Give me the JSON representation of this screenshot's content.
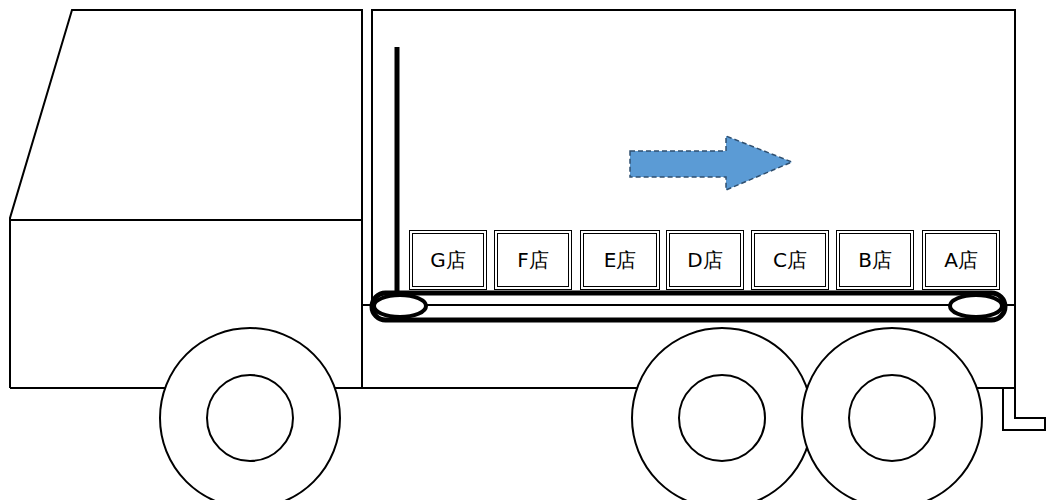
{
  "diagram": {
    "nodes": [
      {
        "text": [
          "G店"
        ]
      },
      {
        "text": [
          "F店"
        ]
      },
      {
        "text": [
          "E店"
        ]
      },
      {
        "text": [
          "D店"
        ]
      },
      {
        "text": [
          "C店"
        ]
      },
      {
        "text": [
          "B店"
        ]
      },
      {
        "text": [
          "A店"
        ]
      }
    ]
  }
}
